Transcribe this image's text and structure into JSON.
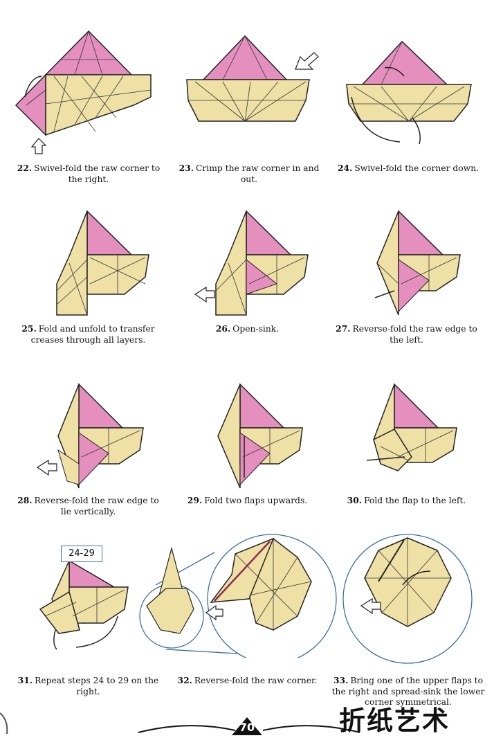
{
  "captions": [
    {
      "num": "22.",
      "text": "Swivel-fold the raw corner to the right."
    },
    {
      "num": "23.",
      "text": "Crimp the raw corner in and out."
    },
    {
      "num": "24.",
      "text": "Swivel-fold the corner down."
    },
    {
      "num": "25.",
      "text": "Fold and unfold to transfer creases through all layers."
    },
    {
      "num": "26.",
      "text": "Open-sink."
    },
    {
      "num": "27.",
      "text": "Reverse-fold the raw edge to the left."
    },
    {
      "num": "28.",
      "text": "Reverse-fold the raw edge to lie vertically."
    },
    {
      "num": "29.",
      "text": "Fold two flaps upwards."
    },
    {
      "num": "30.",
      "text": "Fold the flap to the left."
    },
    {
      "num": "31.",
      "text": "Repeat steps 24 to 29 on the right."
    },
    {
      "num": "32.",
      "text": "Reverse-fold the raw corner."
    },
    {
      "num": "33.",
      "text": "Bring one of the upper flaps to the right and spread-sink the lower corner symmetrical."
    }
  ],
  "repeat_ref": "24-29",
  "page_number": "70",
  "watermark_text": "折纸艺术",
  "colors": {
    "pink": "#e58fbf",
    "yellow": "#efe0a6",
    "line": "#2a2a2a",
    "circle": "#3a6ea5"
  }
}
